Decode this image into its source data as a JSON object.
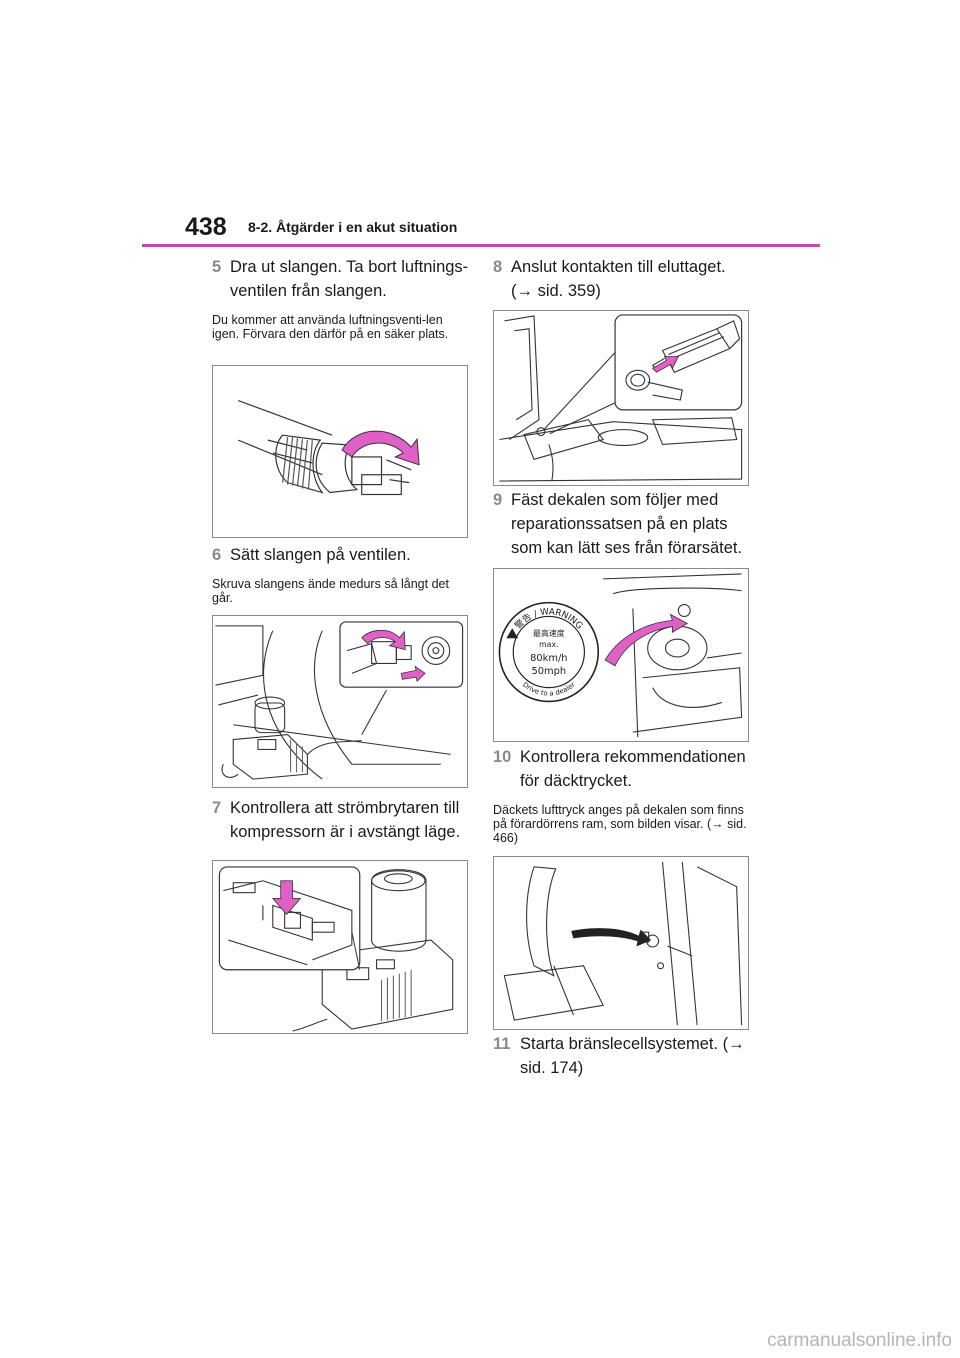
{
  "header": {
    "page_number": "438",
    "section_title": "8-2. Åtgärder i en akut situation",
    "accent_color": "#c44ab2"
  },
  "steps": {
    "s5": {
      "num": "5",
      "text": "Dra ut slangen. Ta bort luftnings-ventilen från slangen.",
      "note": "Du kommer att använda luftningsventi-len igen. Förvara den därför på en säker plats."
    },
    "s6": {
      "num": "6",
      "text": "Sätt slangen på ventilen.",
      "note": "Skruva slangens ände medurs så långt det går."
    },
    "s7": {
      "num": "7",
      "text": "Kontrollera att strömbrytaren till kompressorn är i avstängt läge."
    },
    "s8": {
      "num": "8",
      "text": "Anslut kontakten till eluttaget. (→ sid. 359)"
    },
    "s9": {
      "num": "9",
      "text": "Fäst dekalen som följer med reparationssatsen på en plats som kan lätt ses från förarsätet."
    },
    "s10": {
      "num": "10",
      "text": "Kontrollera rekommendationen för däcktrycket.",
      "note": "Däckets lufttryck anges på dekalen som finns på förardörrens ram, som bilden visar. (→ sid. 466)"
    },
    "s11": {
      "num": "11",
      "text": "Starta bränslecellsystemet. (→ sid. 174)"
    }
  },
  "sticker": {
    "top_text": "警告 / WARNING",
    "line1": "最高速度",
    "line2": "max.",
    "line3": "80km/h",
    "line4": "50mph",
    "bottom_text": "Drive to a dealer"
  },
  "footer": {
    "watermark": "carmanualsonline.info"
  }
}
